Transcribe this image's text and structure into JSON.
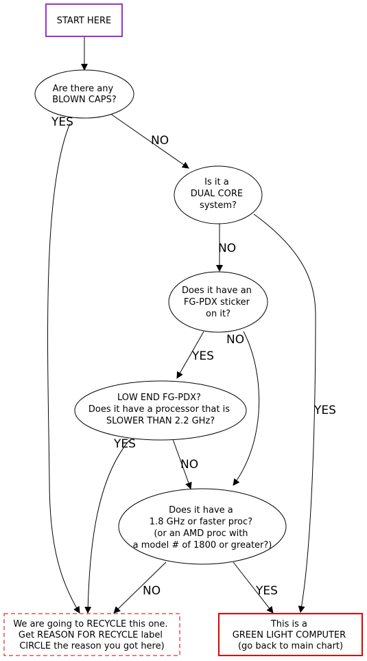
{
  "nodes": {
    "start": {
      "label": "START HERE",
      "border_color": "#9933cc"
    },
    "blown_caps": {
      "lines": [
        "Are there any",
        "BLOWN CAPS?"
      ]
    },
    "dual_core": {
      "lines": [
        "Is it a",
        "DUAL CORE",
        "system?"
      ]
    },
    "fg_pdx": {
      "lines": [
        "Does it have an",
        "FG-PDX sticker",
        "on it?"
      ]
    },
    "low_end": {
      "lines": [
        "LOW END FG-PDX?",
        "Does it have a processor that is",
        "SLOWER THAN 2.2 GHz?"
      ]
    },
    "faster_proc": {
      "lines": [
        "Does it have a",
        "1.8 GHz or faster proc?",
        "(or an AMD proc with",
        "a model # of 1800 or greater?)"
      ]
    },
    "recycle": {
      "lines": [
        "We are going to RECYCLE this one.",
        "Get REASON FOR RECYCLE label",
        "CIRCLE the reason you got here)"
      ],
      "border_color": "#cc0000"
    },
    "green_light": {
      "lines": [
        "This is a",
        "GREEN LIGHT COMPUTER",
        "(go back to main chart)"
      ],
      "border_color": "#dd0000"
    }
  },
  "edges": {
    "caps_yes": "YES",
    "caps_no": "NO",
    "dual_no": "NO",
    "dual_yes": "YES",
    "fg_yes": "YES",
    "fg_no": "NO",
    "low_yes": "YES",
    "low_no": "NO",
    "fast_no": "NO",
    "fast_yes": "YES"
  }
}
